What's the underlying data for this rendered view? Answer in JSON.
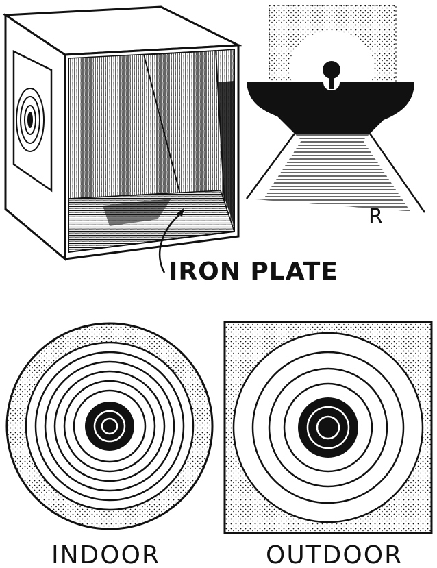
{
  "labels": {
    "iron_plate": "IRON PLATE",
    "r_marker": "R",
    "indoor": "INDOOR",
    "outdoor": "OUTDOOR"
  },
  "colors": {
    "ink": "#111111",
    "paper": "#ffffff"
  },
  "targets": {
    "indoor_rings": 8,
    "outdoor_rings": 6
  }
}
